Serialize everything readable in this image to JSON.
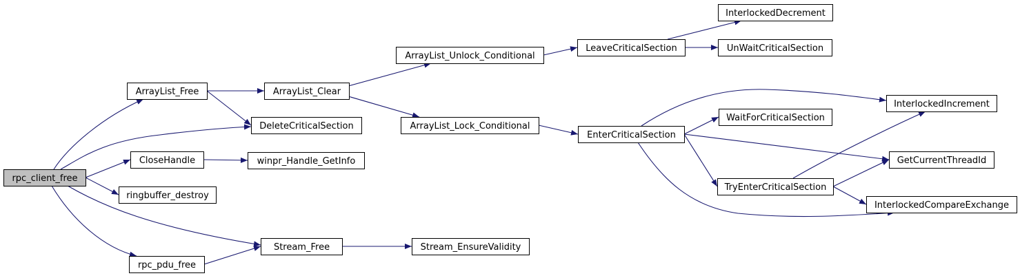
{
  "colors": {
    "edge": "#191970",
    "node_fill": "#ffffff",
    "root_fill": "#bfbfbf",
    "border": "#000000"
  },
  "nodes": [
    {
      "id": "rpc_client_free",
      "label": "rpc_client_free",
      "root": true
    },
    {
      "id": "ArrayList_Free",
      "label": "ArrayList_Free"
    },
    {
      "id": "DeleteCriticalSection",
      "label": "DeleteCriticalSection"
    },
    {
      "id": "CloseHandle",
      "label": "CloseHandle"
    },
    {
      "id": "ringbuffer_destroy",
      "label": "ringbuffer_destroy"
    },
    {
      "id": "Stream_Free",
      "label": "Stream_Free"
    },
    {
      "id": "rpc_pdu_free",
      "label": "rpc_pdu_free"
    },
    {
      "id": "ArrayList_Clear",
      "label": "ArrayList_Clear"
    },
    {
      "id": "winpr_Handle_GetInfo",
      "label": "winpr_Handle_GetInfo"
    },
    {
      "id": "Stream_EnsureValidity",
      "label": "Stream_EnsureValidity"
    },
    {
      "id": "ArrayList_Unlock_Conditional",
      "label": "ArrayList_Unlock_Conditional"
    },
    {
      "id": "ArrayList_Lock_Conditional",
      "label": "ArrayList_Lock_Conditional"
    },
    {
      "id": "LeaveCriticalSection",
      "label": "LeaveCriticalSection"
    },
    {
      "id": "EnterCriticalSection",
      "label": "EnterCriticalSection"
    },
    {
      "id": "InterlockedDecrement",
      "label": "InterlockedDecrement"
    },
    {
      "id": "UnWaitCriticalSection",
      "label": "UnWaitCriticalSection"
    },
    {
      "id": "WaitForCriticalSection",
      "label": "WaitForCriticalSection"
    },
    {
      "id": "TryEnterCriticalSection",
      "label": "TryEnterCriticalSection"
    },
    {
      "id": "InterlockedIncrement",
      "label": "InterlockedIncrement"
    },
    {
      "id": "GetCurrentThreadId",
      "label": "GetCurrentThreadId"
    },
    {
      "id": "InterlockedCompareExchange",
      "label": "InterlockedCompareExchange"
    }
  ],
  "edges": [
    {
      "from": "rpc_client_free",
      "to": "ArrayList_Free"
    },
    {
      "from": "rpc_client_free",
      "to": "DeleteCriticalSection"
    },
    {
      "from": "rpc_client_free",
      "to": "CloseHandle"
    },
    {
      "from": "rpc_client_free",
      "to": "ringbuffer_destroy"
    },
    {
      "from": "rpc_client_free",
      "to": "Stream_Free"
    },
    {
      "from": "rpc_client_free",
      "to": "rpc_pdu_free"
    },
    {
      "from": "ArrayList_Free",
      "to": "ArrayList_Clear"
    },
    {
      "from": "ArrayList_Free",
      "to": "DeleteCriticalSection"
    },
    {
      "from": "ArrayList_Clear",
      "to": "ArrayList_Unlock_Conditional"
    },
    {
      "from": "ArrayList_Clear",
      "to": "ArrayList_Lock_Conditional"
    },
    {
      "from": "ArrayList_Unlock_Conditional",
      "to": "LeaveCriticalSection"
    },
    {
      "from": "LeaveCriticalSection",
      "to": "InterlockedDecrement"
    },
    {
      "from": "LeaveCriticalSection",
      "to": "UnWaitCriticalSection"
    },
    {
      "from": "ArrayList_Lock_Conditional",
      "to": "EnterCriticalSection"
    },
    {
      "from": "EnterCriticalSection",
      "to": "InterlockedIncrement"
    },
    {
      "from": "EnterCriticalSection",
      "to": "WaitForCriticalSection"
    },
    {
      "from": "EnterCriticalSection",
      "to": "GetCurrentThreadId"
    },
    {
      "from": "EnterCriticalSection",
      "to": "TryEnterCriticalSection"
    },
    {
      "from": "EnterCriticalSection",
      "to": "InterlockedCompareExchange"
    },
    {
      "from": "TryEnterCriticalSection",
      "to": "InterlockedIncrement"
    },
    {
      "from": "TryEnterCriticalSection",
      "to": "GetCurrentThreadId"
    },
    {
      "from": "TryEnterCriticalSection",
      "to": "InterlockedCompareExchange"
    },
    {
      "from": "CloseHandle",
      "to": "winpr_Handle_GetInfo"
    },
    {
      "from": "Stream_Free",
      "to": "Stream_EnsureValidity"
    },
    {
      "from": "rpc_pdu_free",
      "to": "Stream_Free"
    }
  ]
}
